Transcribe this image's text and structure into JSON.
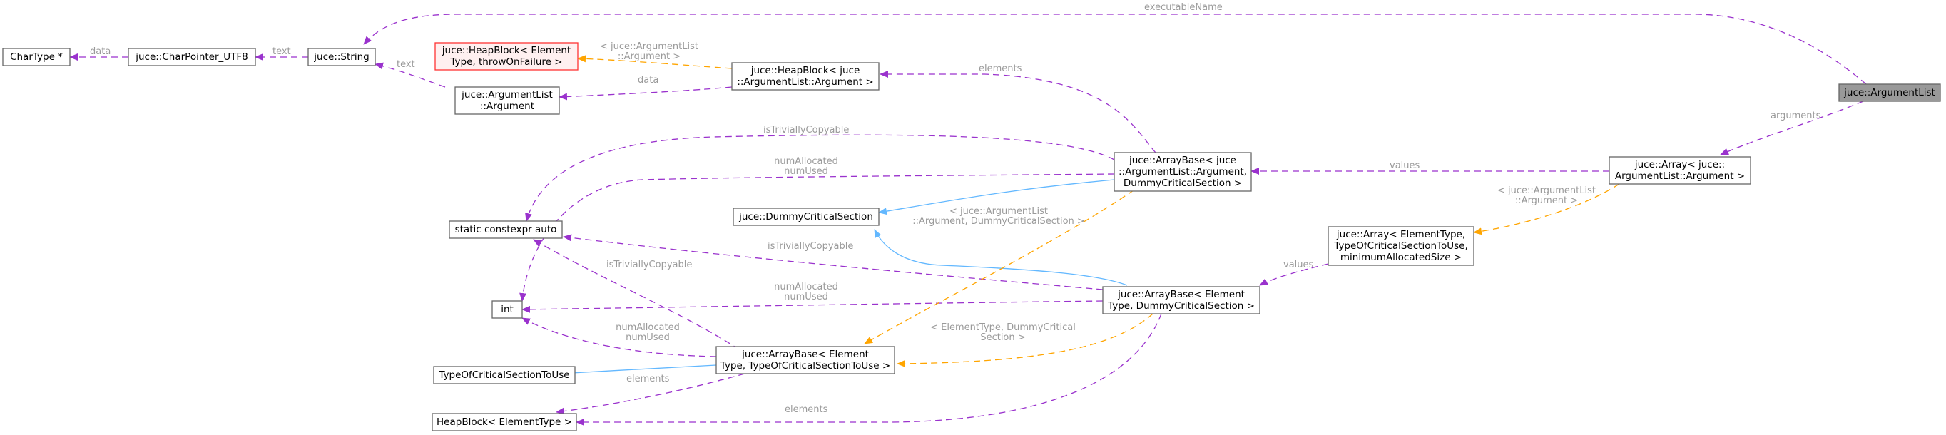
{
  "nodes": {
    "chartype": "CharType *",
    "charpointer": "juce::CharPointer_UTF8",
    "string": "juce::String",
    "heapblock_err": [
      "juce::HeapBlock< Element",
      "Type, throwOnFailure >"
    ],
    "heapblock_arg": [
      "juce::HeapBlock< juce",
      "::ArgumentList::Argument >"
    ],
    "arglist_argument": [
      "juce::ArgumentList",
      "::Argument"
    ],
    "argumentlist": "juce::ArgumentList",
    "static_constexpr": "static constexpr auto",
    "int": "int",
    "critical_section": "juce::DummyCriticalSection",
    "typeof_cs": "TypeOfCriticalSectionToUse",
    "heapblock_elem": "HeapBlock< ElementType >",
    "arraybase_arg": [
      "juce::ArrayBase< juce",
      "::ArgumentList::Argument,",
      "DummyCriticalSection >"
    ],
    "arraybase_elem_dummy": [
      "juce::ArrayBase< Element",
      "Type, DummyCriticalSection >"
    ],
    "arraybase_generic": [
      "juce::ArrayBase< Element",
      "Type, TypeOfCriticalSectionToUse >"
    ],
    "array_arg": [
      "juce::Array< juce::",
      "ArgumentList::Argument >"
    ],
    "array_generic": [
      "juce::Array< ElementType,",
      "TypeOfCriticalSectionToUse,",
      "minimumAllocatedSize >"
    ]
  },
  "edge_labels": {
    "executable_name": "executableName",
    "arguments": "arguments",
    "values1": "values",
    "values2": "values",
    "data1": "data",
    "data2": "data",
    "text1": "text",
    "text2": "text",
    "elements1": "elements",
    "elements2": "elements",
    "elements3": "elements",
    "tpl_heapblock": [
      "< juce::ArgumentList",
      "::Argument >"
    ],
    "tpl_array": [
      "< juce::ArgumentList",
      "::Argument >"
    ],
    "tpl_arraybase_arg": [
      "< juce::ArgumentList",
      "::Argument, DummyCriticalSection >"
    ],
    "tpl_arraybase_dummy": [
      "< ElementType, DummyCritical",
      "Section >"
    ],
    "trivially1": "isTriviallyCopyable",
    "trivially2": "isTriviallyCopyable",
    "trivially3": "isTriviallyCopyable",
    "numalloc1": [
      "numAllocated",
      "numUsed"
    ],
    "numalloc2": [
      "numAllocated",
      "numUsed"
    ],
    "numalloc3": [
      "numAllocated",
      "numUsed"
    ]
  },
  "colors": {
    "usage_edge": "#9a32cd",
    "template_edge": "#ffa500",
    "inheritance_edge": "#63b8ff",
    "edge_label_text": "#9a9a9a",
    "highlight_node": "#999999",
    "error_node_border": "#ff3333"
  }
}
